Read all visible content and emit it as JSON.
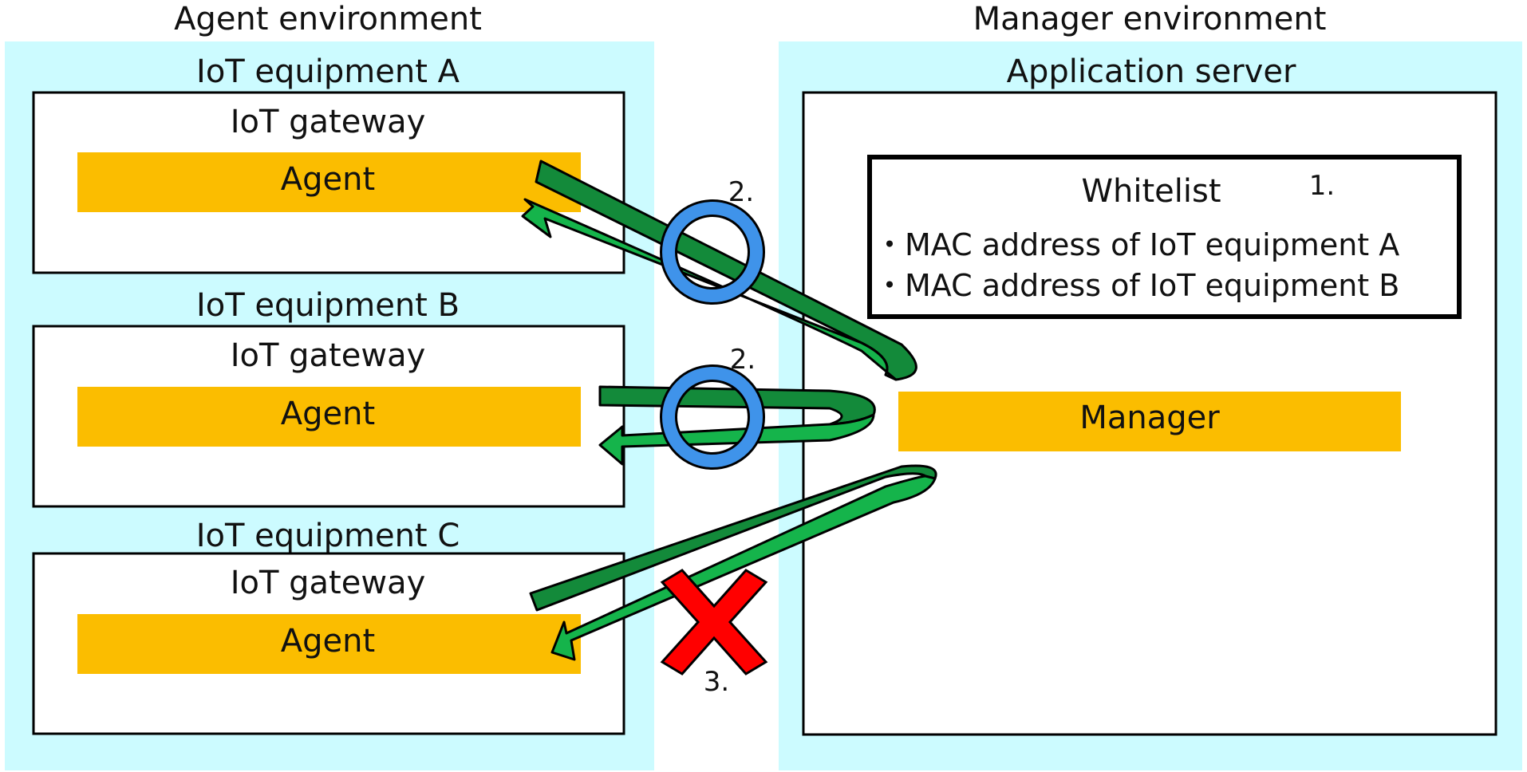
{
  "colors": {
    "env_background": "#ccfbff",
    "box_border": "#000000",
    "agent_bar": "#fbbd00",
    "arrow_dark": "#138a3a",
    "arrow_light": "#15b44b",
    "ok_ring": "#3f93ea",
    "ng_cross": "#ff0000"
  },
  "agent_environment": {
    "title": "Agent environment",
    "equipment": [
      {
        "title": "IoT equipment A",
        "gateway": "IoT gateway",
        "agent": "Agent",
        "result_icon": "circle-ok-icon",
        "step": "2."
      },
      {
        "title": "IoT equipment B",
        "gateway": "IoT gateway",
        "agent": "Agent",
        "result_icon": "circle-ok-icon",
        "step": "2."
      },
      {
        "title": "IoT equipment  C",
        "gateway": "IoT gateway",
        "agent": "Agent",
        "result_icon": "cross-ng-icon",
        "step": "3."
      }
    ]
  },
  "manager_environment": {
    "title": "Manager environment",
    "server": {
      "title": "Application server",
      "whitelist": {
        "title": "Whitelist",
        "step": "1.",
        "items": [
          "・MAC address of IoT equipment A",
          "・MAC address of IoT equipment B"
        ]
      },
      "manager": "Manager"
    }
  }
}
